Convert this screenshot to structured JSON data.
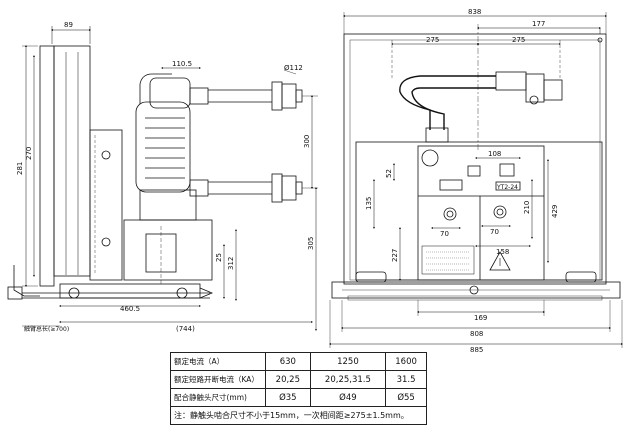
{
  "side_view": {
    "dims": {
      "top_width": "89",
      "height_total": "281",
      "height_inner": "270",
      "contact_pitch": "110.5",
      "contact_dia": "Ø112",
      "vertical_300": "300",
      "vertical_305": "305",
      "vertical_312": "312",
      "vertical_25": "25",
      "base_depth": "460.5",
      "overall_depth": "(744)",
      "bottom_note": "触臂总长(≥700)"
    }
  },
  "front_view": {
    "dims": {
      "overall_width_top": "838",
      "offset_177": "177",
      "pole_left": "275",
      "pole_right": "275",
      "h_108": "108",
      "h_52": "52",
      "v_135": "135",
      "v_210": "210",
      "v_429": "429",
      "v_227": "227",
      "r70_a": "70",
      "r70_b": "70",
      "d158": "158",
      "d169": "169",
      "width_808": "808",
      "width_885": "885",
      "label_tag": "YT2-24"
    }
  },
  "spec_table": {
    "row1_label": "额定电流（A）",
    "row1": [
      "630",
      "1250",
      "1600"
    ],
    "row2_label": "额定短路开断电流（KA）",
    "row2": [
      "20,25",
      "20,25,31.5",
      "31.5"
    ],
    "row3_label": "配合静触头尺寸(mm)",
    "row3": [
      "Ø35",
      "Ø49",
      "Ø55"
    ],
    "note": "注：静触头啮合尺寸不小于15mm，一次相间距≥275±1.5mm。"
  }
}
